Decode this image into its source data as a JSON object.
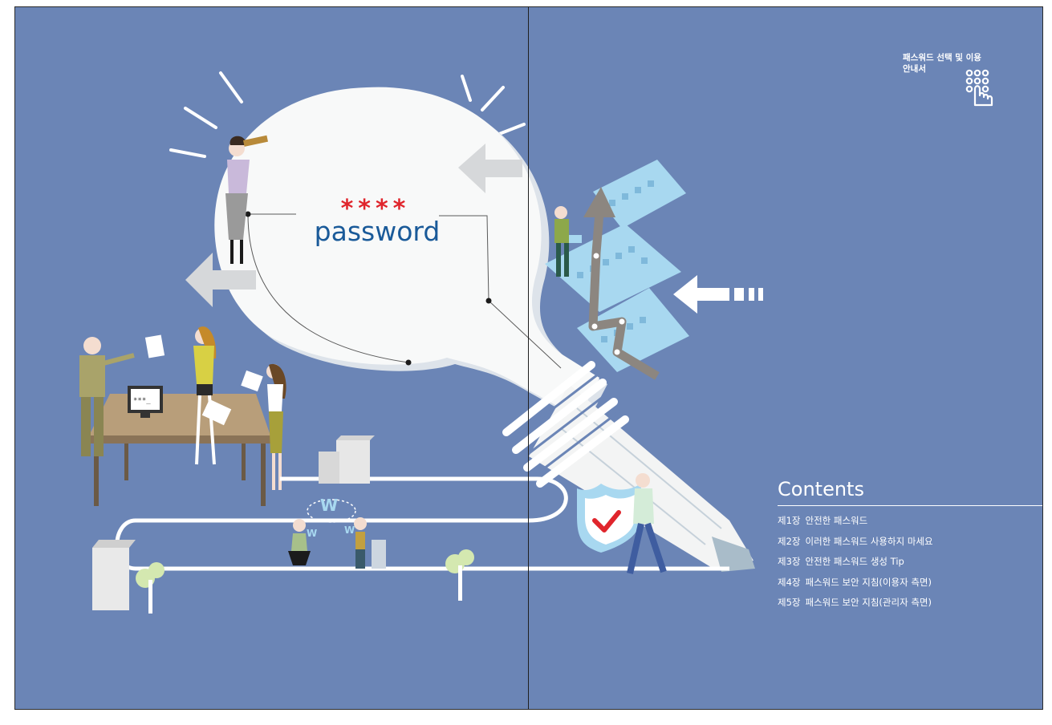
{
  "brand": {
    "title_line1": "패스워드 선택 및 이용",
    "title_line2": "안내서",
    "icon": "password-keypad-icon"
  },
  "illustration": {
    "stars": "****",
    "word": "password",
    "monitor_text": "***_",
    "bubble_letters": [
      "W",
      "W",
      "W"
    ],
    "icons": [
      "lightbulb-icon",
      "shield-check-icon",
      "arrow-left-icon",
      "building-icon",
      "tree-icon"
    ]
  },
  "contents": {
    "title": "Contents",
    "items": [
      {
        "chapter": "제1장",
        "label": "안전한 패스워드"
      },
      {
        "chapter": "제2장",
        "label": "이러한 패스워드 사용하지 마세요"
      },
      {
        "chapter": "제3장",
        "label": "안전한 패스워드 생성 Tip"
      },
      {
        "chapter": "제4장",
        "label": "패스워드 보안 지침(이용자 측면)"
      },
      {
        "chapter": "제5장",
        "label": "패스워드 보안 지침(관리자 측면)"
      }
    ]
  },
  "colors": {
    "background": "#6b85b6",
    "bulb": "#f7f8f8",
    "stars": "#e0252c",
    "word": "#1a5a99",
    "light_blue": "#a8d8f0"
  }
}
